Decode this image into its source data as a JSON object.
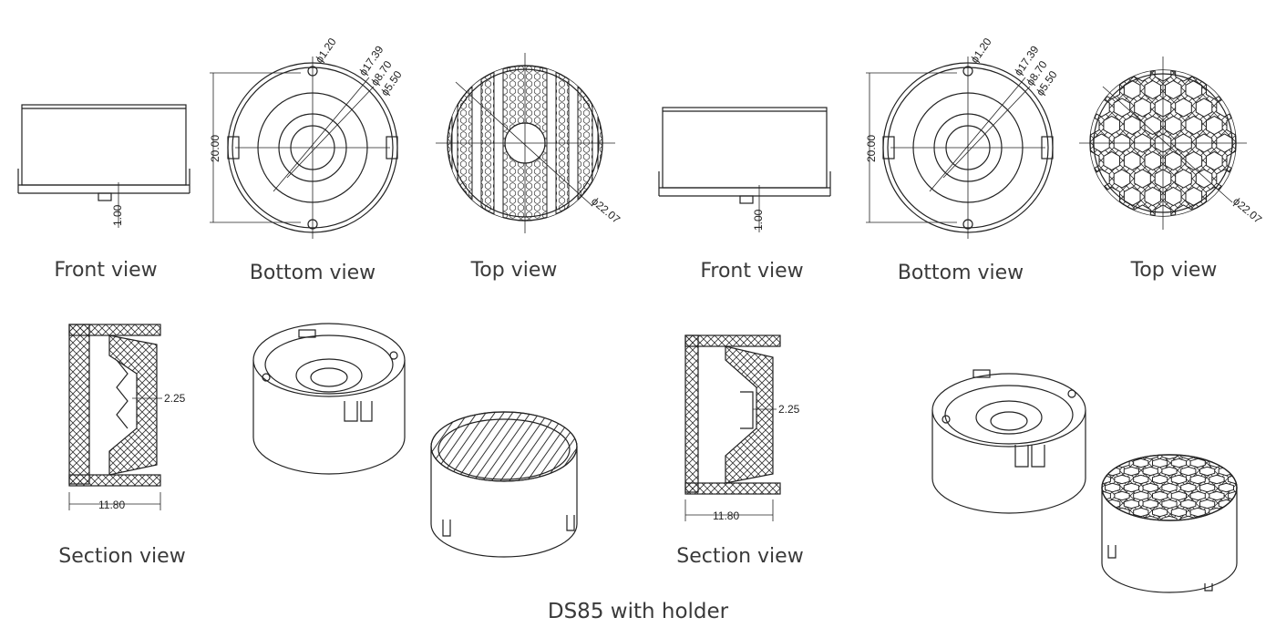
{
  "title": "DS85 with holder",
  "left": {
    "captions": {
      "front": "Front view",
      "bottom": "Bottom view",
      "top": "Top view",
      "section": "Section view"
    },
    "dims": {
      "d1": "ϕ1.20",
      "d2": "ϕ17.39",
      "d3": "ϕ8.70",
      "d4": "ϕ5.50",
      "height": "20.00",
      "outer": "ϕ22.07",
      "pin": "1.00",
      "depth": "2.25",
      "width": "11.80"
    }
  },
  "right": {
    "captions": {
      "front": "Front view",
      "bottom": "Bottom view",
      "top": "Top view",
      "section": "Section view"
    },
    "dims": {
      "d1": "ϕ1.20",
      "d2": "ϕ17.39",
      "d3": "ϕ8.70",
      "d4": "ϕ5.50",
      "height": "20.00",
      "outer": "ϕ22.07",
      "pin": "1.00",
      "depth": "2.25",
      "width": "11.80"
    }
  }
}
